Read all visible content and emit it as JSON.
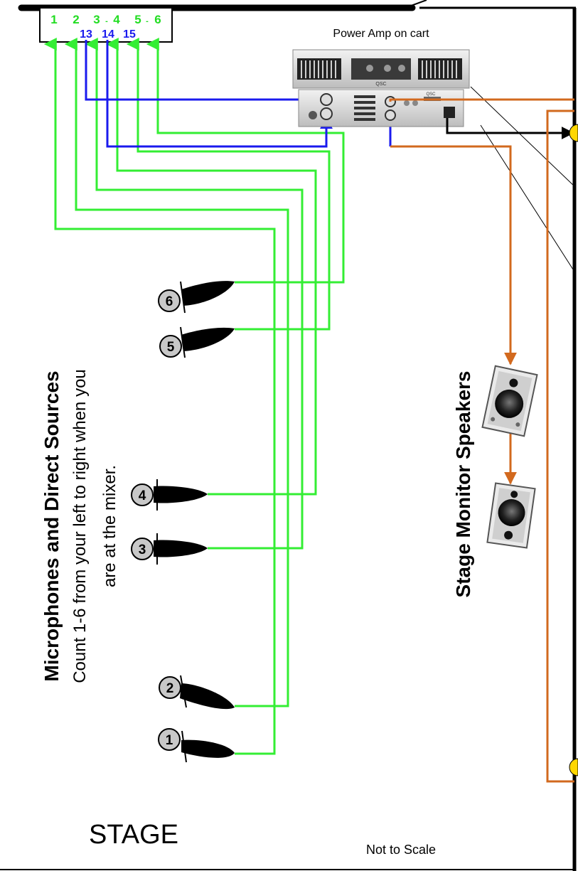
{
  "snake_box": {
    "top_labels": [
      "1",
      "2",
      "3",
      "-",
      "4",
      "5",
      "-",
      "6"
    ],
    "bottom_labels": [
      "13",
      "14",
      "15"
    ]
  },
  "power_amp": {
    "label": "Power Amp on cart",
    "brand": "QSC"
  },
  "microphones": [
    {
      "number": "1"
    },
    {
      "number": "2"
    },
    {
      "number": "3"
    },
    {
      "number": "4"
    },
    {
      "number": "5"
    },
    {
      "number": "6"
    }
  ],
  "mic_section": {
    "title": "Microphones and Direct Sources",
    "line1": "Count 1-6 from your left to right when you",
    "line2": "are at the mixer."
  },
  "monitor_section": {
    "title": "Stage Monitor Speakers"
  },
  "footer": {
    "stage": "STAGE",
    "scale": "Not to Scale"
  },
  "colors": {
    "mic_cable": "#33ee33",
    "amp_input_cable": "#1a1aee",
    "speaker_cable": "#d2691e",
    "snake_text_top": "#22dd22",
    "snake_text_bottom": "#1a1aee",
    "connector": "#ffd700"
  }
}
